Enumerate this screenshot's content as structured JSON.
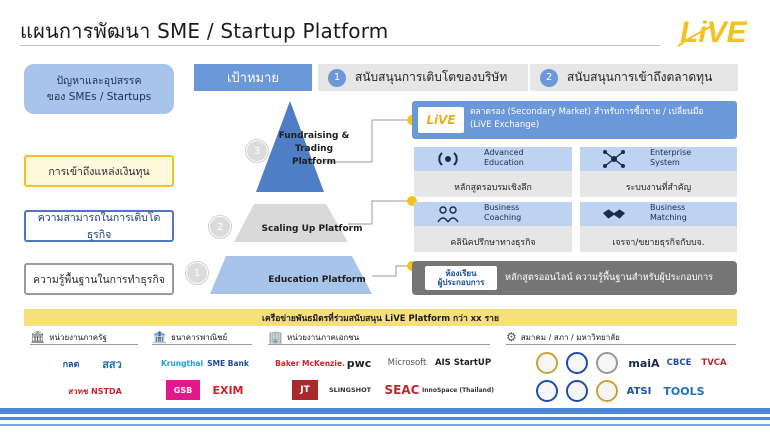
{
  "header": {
    "title": "แผนการพัฒนา SME / Startup Platform",
    "logo_text": "LiVE"
  },
  "left": {
    "problem_line1": "ปัญหาและอุปสรรค",
    "problem_line2": "ของ SMEs / Startups",
    "challenges": [
      "การเข้าถึงแหล่งเงินทุน",
      "ความสามารถในการเติบโตธุรกิจ",
      "ความรู้พื้นฐานในการทำธุรกิจ"
    ]
  },
  "goals": {
    "label": "เป้าหมาย",
    "items": [
      {
        "num": "1",
        "text": "สนับสนุนการเติบโตของบริษัท"
      },
      {
        "num": "2",
        "text": "สนับสนุนการเข้าถึงตลาดทุน"
      }
    ]
  },
  "pyramid": {
    "levels": [
      {
        "num": "3",
        "line1": "Fundraising &",
        "line2": "Trading",
        "line3": "Platform"
      },
      {
        "num": "2",
        "line1": "Scaling Up Platform"
      },
      {
        "num": "1",
        "line1": "Education Platform"
      }
    ],
    "colors": {
      "top": "#4f7ec7",
      "middle": "#d9d9d9",
      "bottom": "#a9c4ea",
      "connector": "#f4c21f"
    }
  },
  "exchange": {
    "logo": "LiVE",
    "line1": "ตลาดรอง (Secondary Market) สำหรับการซื้อขาย / เปลี่ยนมือ",
    "line2": "(LiVE Exchange)"
  },
  "cards": [
    {
      "icon": "broadcast-icon",
      "glyph": "((•))",
      "title1": "Advanced",
      "title2": "Education",
      "sub": "หลักสูตรอบรมเชิงลึก"
    },
    {
      "icon": "network-icon",
      "glyph": "✣",
      "title1": "Enterprise",
      "title2": "System",
      "sub": "ระบบงานที่สำคัญ"
    },
    {
      "icon": "coaching-icon",
      "glyph": "⚇",
      "title1": "Business",
      "title2": "Coaching",
      "sub": "คลินิคปรึกษาทางธุรกิจ"
    },
    {
      "icon": "handshake-icon",
      "glyph": "🤝",
      "title1": "Business",
      "title2": "Matching",
      "sub": "เจรจา/ขยายธุรกิจกับบจ."
    }
  ],
  "education": {
    "logo_line1": "ห้องเรียน",
    "logo_line2": "ผู้ประกอบการ",
    "text": "หลักสูตรออนไลน์ ความรู้พื้นฐานสำหรับผู้ประกอบการ"
  },
  "network": {
    "title": "เครือข่ายพันธมิตรที่ร่วมสนับสนุน LiVE Platform กว่า xx ราย",
    "categories": [
      {
        "icon": "government-building-icon",
        "label": "หน่วยงานภาครัฐ"
      },
      {
        "icon": "bank-icon",
        "label": "ธนาคารพาณิชย์"
      },
      {
        "icon": "buildings-icon",
        "label": "หน่วยงานภาคเอกชน"
      },
      {
        "icon": "association-icon",
        "label": "สมาคม / สภา / มหาวิทยาลัย"
      }
    ],
    "gov_logos": [
      "กลต",
      "สสว",
      "สวทช NSTDA"
    ],
    "bank_logos": [
      "Krungthai",
      "SME Bank",
      "GSB",
      "EXIM"
    ],
    "private_logos": [
      "Baker McKenzie.",
      "pwc",
      "Microsoft",
      "AIS StartUP",
      "JT",
      "SLINGSHOT",
      "SEAC",
      "InnoSpace (Thailand)"
    ],
    "assoc_logos": [
      "maiA",
      "CBCE",
      "TVCA",
      "ATSI",
      "TOOLS"
    ]
  }
}
